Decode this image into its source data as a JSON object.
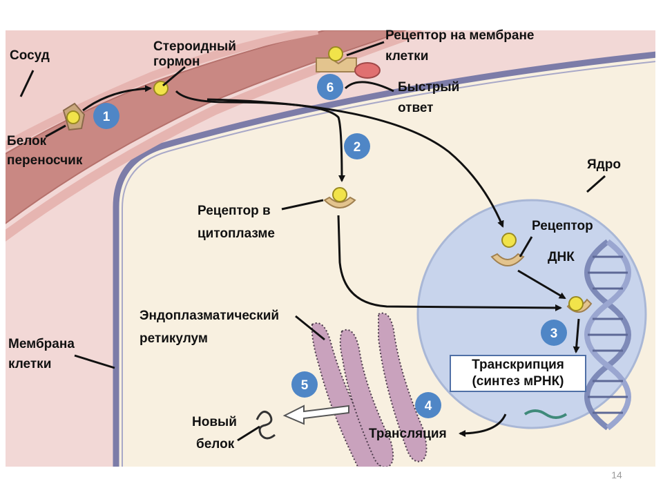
{
  "labels": {
    "vessel": "Сосуд",
    "steroid_line1": "Стероидный",
    "steroid_line2": "гормон",
    "carrier_line1": "Белок",
    "carrier_line2": "переносчик",
    "membrane_receptor_line1": "Рецептор на мембране",
    "membrane_receptor_line2": "клетки",
    "fast_response_line1": "Быстрый",
    "fast_response_line2": "ответ",
    "nucleus": "Ядро",
    "cyto_receptor_line1": "Рецептор в",
    "cyto_receptor_line2": "цитоплазме",
    "nuclear_receptor": "Рецептор",
    "dna": "ДНК",
    "er_line1": "Эндоплазматический",
    "er_line2": "ретикулум",
    "cell_membrane_line1": "Мембрана",
    "cell_membrane_line2": "клетки",
    "transcription_line1": "Транскрипция",
    "transcription_line2": "(синтез мРНК)",
    "translation": "Трансляция",
    "new_protein_line1": "Новый",
    "new_protein_line2": "белок"
  },
  "steps": [
    "1",
    "2",
    "3",
    "4",
    "5",
    "6"
  ],
  "page_number": "14",
  "colors": {
    "extracellular": "#f2d8d6",
    "vessel_wall": "#e6b5b1",
    "vessel_lumen": "#c98883",
    "cytoplasm": "#f8f0e0",
    "membrane": "#7c7ca8",
    "nucleus": "#c8d4ec",
    "hormone": "#f1e34a",
    "receptor": "#e3c48e",
    "step_badge": "#4f86c6",
    "er": "#c9a2bd"
  }
}
